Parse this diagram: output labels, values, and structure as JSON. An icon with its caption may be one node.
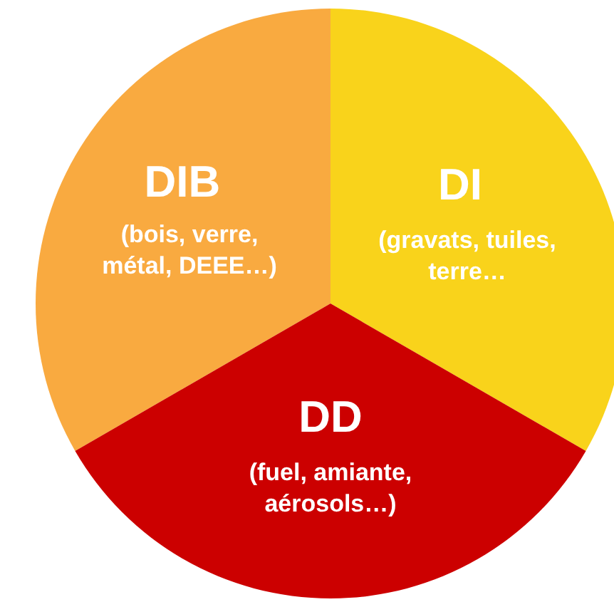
{
  "diagram": {
    "nodes": [
      {
        "text": [
          "DIB",
          "(bois, verre, métal, DEEE…)"
        ]
      },
      {
        "text": [
          "DI",
          "(gravats, tuiles, terre…"
        ]
      },
      {
        "text": [
          "DD",
          "(fuel, amiante, aérosols…)"
        ]
      }
    ]
  }
}
